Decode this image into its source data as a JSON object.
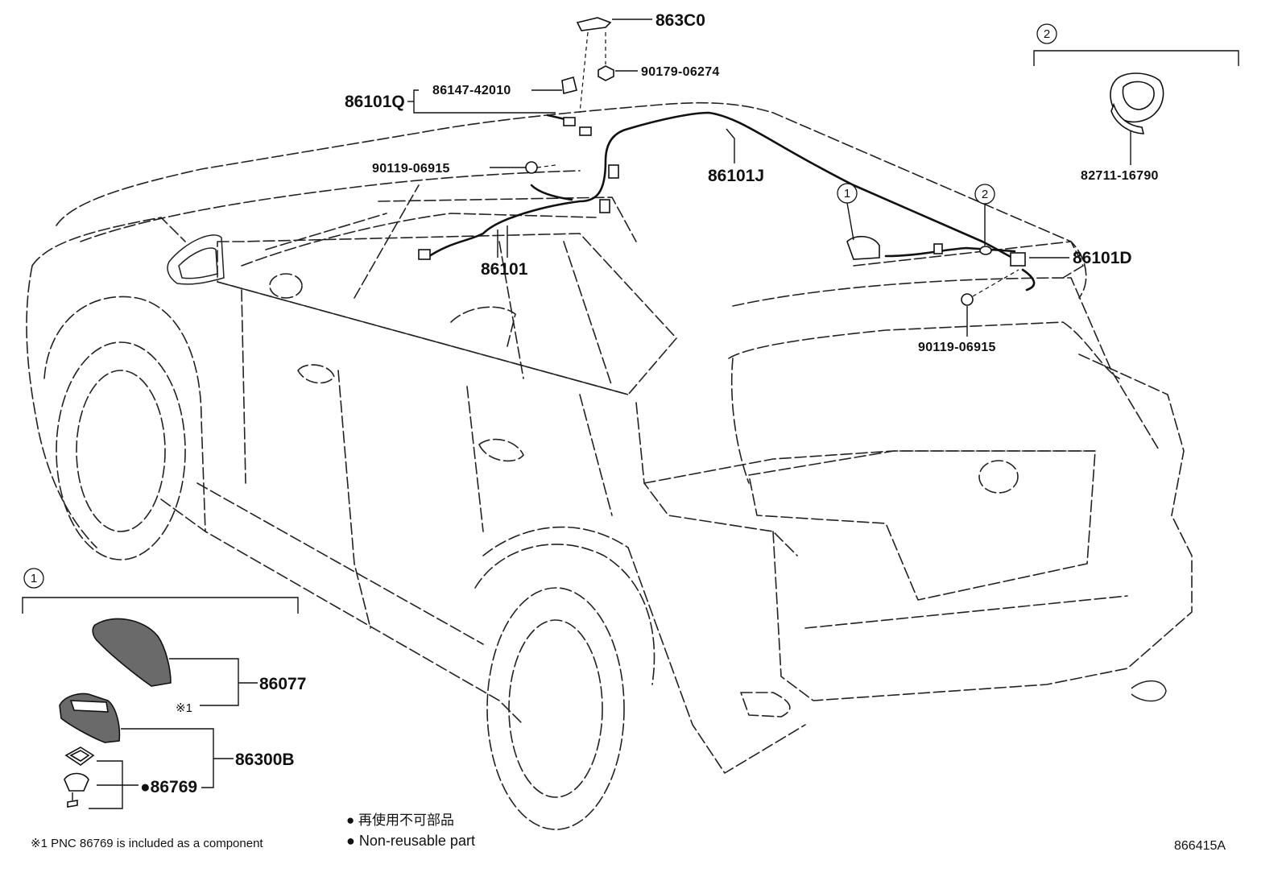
{
  "labels": {
    "p863c0": "863C0",
    "p90179": "90179-06274",
    "p86147": "86147-42010",
    "p86101q": "86101Q",
    "p90119_top": "90119-06915",
    "p86101j": "86101J",
    "p86101": "86101",
    "p86101d": "86101D",
    "p90119_rear": "90119-06915",
    "p82711": "82711-16790",
    "p86077": "86077",
    "p86300b": "86300B",
    "p86769": "●86769",
    "ref_note_mark": "※1"
  },
  "callouts": {
    "c1_car": "1",
    "c2_car": "2",
    "c1_box": "1",
    "c2_box": "2"
  },
  "notes": {
    "footnote": "※1 PNC 86769 is included as a component",
    "legend_jp": "● 再使用不可部品",
    "legend_en": "● Non-reusable part"
  },
  "diagram_id": "866415A"
}
